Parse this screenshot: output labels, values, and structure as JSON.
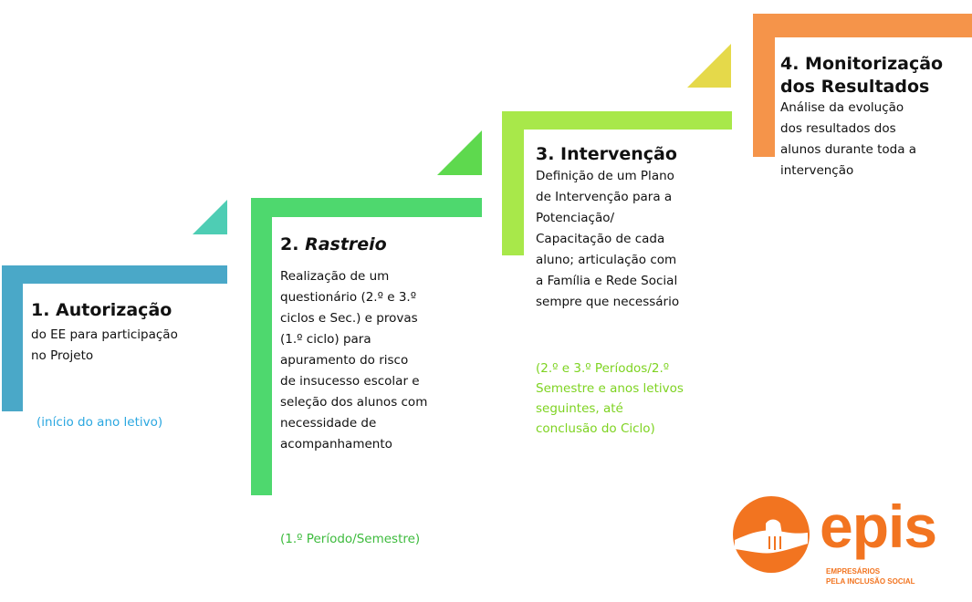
{
  "steps": [
    {
      "title": "1. Autorização",
      "lines": [
        "do EE para participação",
        "no Projeto"
      ],
      "period": [
        "(início do ano letivo)"
      ],
      "bar_color": "#4aa8c8",
      "triangle_color": "#4ecdb4",
      "period_color": "#2aa7e0"
    },
    {
      "title_num": "2. ",
      "title_em": "Rastreio",
      "lines": [
        "Realização de um",
        "questionário (2.º e 3.º",
        "ciclos e Sec.) e provas",
        "(1.º ciclo) para",
        "apuramento do risco",
        "de insucesso escolar e",
        "seleção dos alunos com",
        "necessidade de",
        "acompanhamento"
      ],
      "period": [
        "(1.º Período/Semestre)"
      ],
      "bar_color": "#4ed86e",
      "triangle_color": "#5ed94e",
      "period_color": "#3dbb3d"
    },
    {
      "title": "3. Intervenção",
      "lines": [
        "Definição de um Plano",
        "de Intervenção para a",
        "Potenciação/",
        "Capacitação de cada",
        "aluno; articulação com",
        "a Família e Rede Social",
        "sempre que necessário"
      ],
      "period": [
        "(2.º e 3.º Períodos/2.º",
        "Semestre e anos letivos",
        "seguintes, até",
        "conclusão do Ciclo)"
      ],
      "bar_color": "#a8e84a",
      "triangle_color": "#e5d94a",
      "period_color": "#7ed321"
    },
    {
      "title_lines": [
        "4. Monitorização",
        "dos Resultados"
      ],
      "lines": [
        "Análise da evolução",
        "dos resultados dos",
        "alunos durante toda a",
        "intervenção"
      ],
      "bar_color": "#f5944a"
    }
  ],
  "logo": {
    "word": "epis",
    "sub_lines": [
      "EMPRESÁRIOS",
      "PELA INCLUSÃO SOCIAL"
    ],
    "color": "#f27420"
  }
}
